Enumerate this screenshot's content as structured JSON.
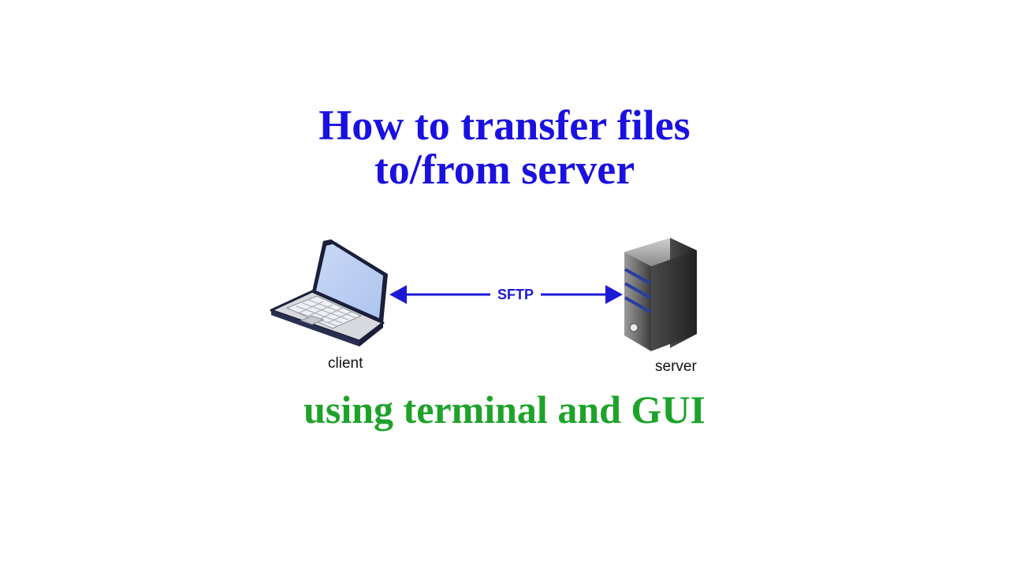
{
  "title": {
    "line1": "How to transfer files",
    "line2": "to/from server",
    "color": "#1a10e0"
  },
  "subtitle": {
    "text": "using terminal and GUI",
    "color": "#1ea32a"
  },
  "diagram": {
    "client": {
      "label": "client",
      "icon": "laptop-icon"
    },
    "server": {
      "label": "server",
      "icon": "server-tower-icon"
    },
    "connection": {
      "label": "SFTP",
      "direction": "bidirectional",
      "color": "#1d1ad6"
    }
  }
}
